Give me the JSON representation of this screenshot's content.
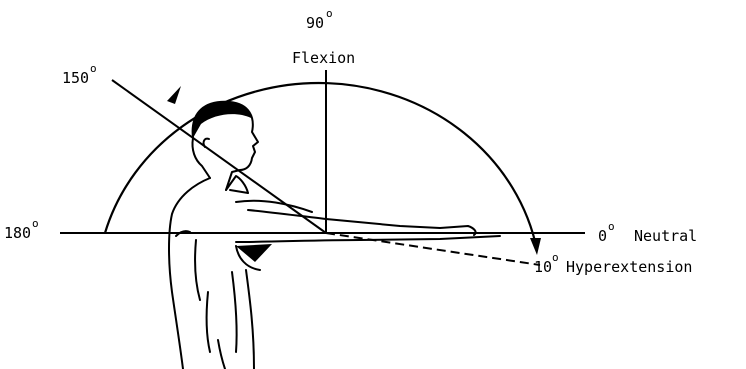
{
  "labels": {
    "deg_symbol": "o",
    "flexion_angle": "90",
    "flexion": "Flexion",
    "angle_150": "150",
    "angle_180": "180",
    "neutral_angle": "0",
    "neutral": "Neutral",
    "hyper_angle": "10",
    "hyperextension": "Hyperextension"
  }
}
